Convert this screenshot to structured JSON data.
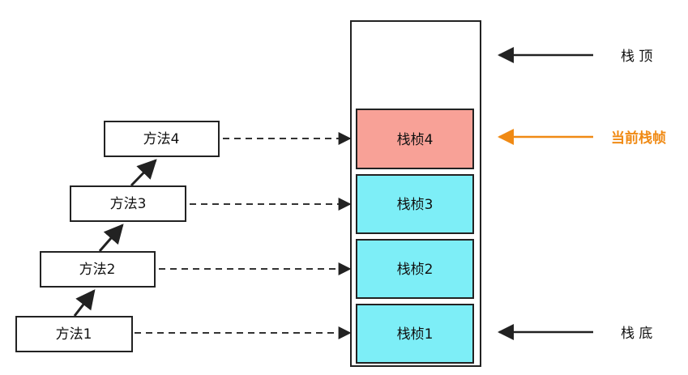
{
  "methods": [
    {
      "label": "方法1"
    },
    {
      "label": "方法2"
    },
    {
      "label": "方法3"
    },
    {
      "label": "方法4"
    }
  ],
  "frames": [
    {
      "label": "栈桢1",
      "color": "#7deef7"
    },
    {
      "label": "栈桢2",
      "color": "#7deef7"
    },
    {
      "label": "栈桢3",
      "color": "#7deef7"
    },
    {
      "label": "栈桢4",
      "color": "#f8a197"
    }
  ],
  "side_labels": {
    "stack_top": "栈 顶",
    "current_frame": "当前栈帧",
    "stack_bottom": "栈 底"
  },
  "colors": {
    "current_accent": "#f08a14",
    "frame_normal": "#7deef7",
    "frame_current": "#f8a197"
  }
}
